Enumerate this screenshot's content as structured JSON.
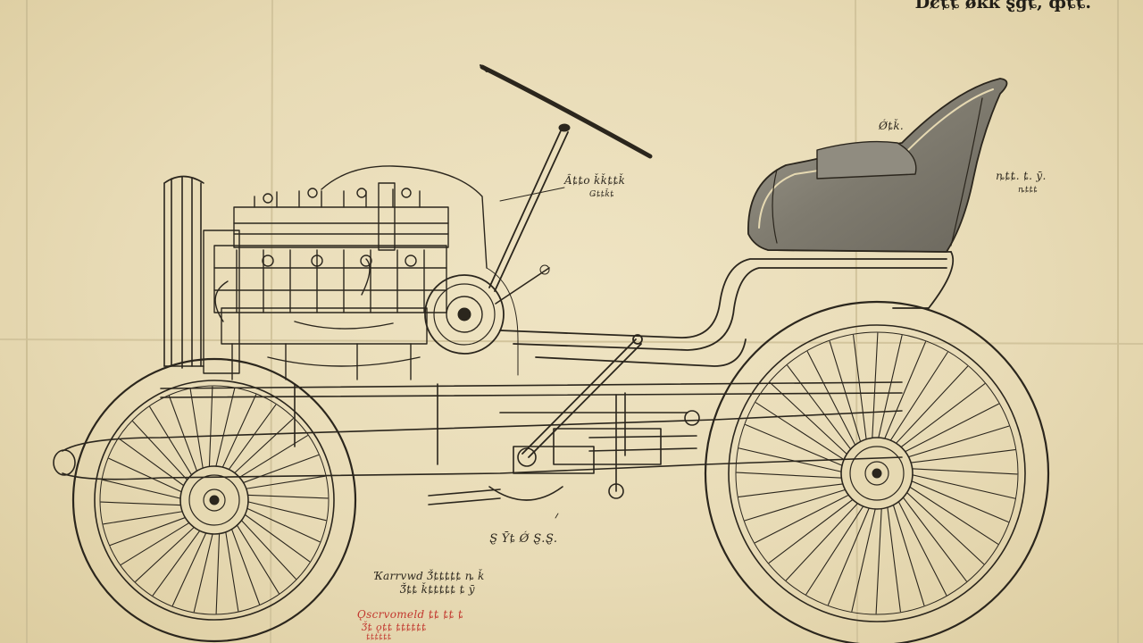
{
  "header": {
    "title": "Dȼȶȶ ǿǩǩ ȿgȶ, ȹȶȶ."
  },
  "annotations": {
    "steering_label": "Ȃȶȶo ǩǩȶȶǩ",
    "steering_sub": "Ǥȶȶǩȶ",
    "seat_label": "Ǿȶǩ.",
    "seat_fig_label": "ȵȶȶ.  ȶ.  ȳ.",
    "seat_fig_sub": "ȵȶȶȶ",
    "axle_label": "Ȿ Ȳȶ Ǿ  Ȿ.Ȿ.",
    "note_line1": "Ҡarrvwd  Ǯȶȶȶȶȶ  ȵ  ǩ",
    "note_line2": "Ǯȶȶ  ǩȶȶȶȶȶ  ȶ  ȳ",
    "red_line1": "Ǫscrvomeld ȶȶ  ȶȶ  ȶ",
    "red_line2": "Ǯȶ  ǫȶȶ  ȶȶȶȶȶȶ",
    "red_line3": "ȶȶȶȶȶȶ"
  },
  "colors": {
    "paper": "#e9ddb9",
    "ink": "#2b261d",
    "red_ink": "#c2382f",
    "seat": "#8a8577"
  }
}
